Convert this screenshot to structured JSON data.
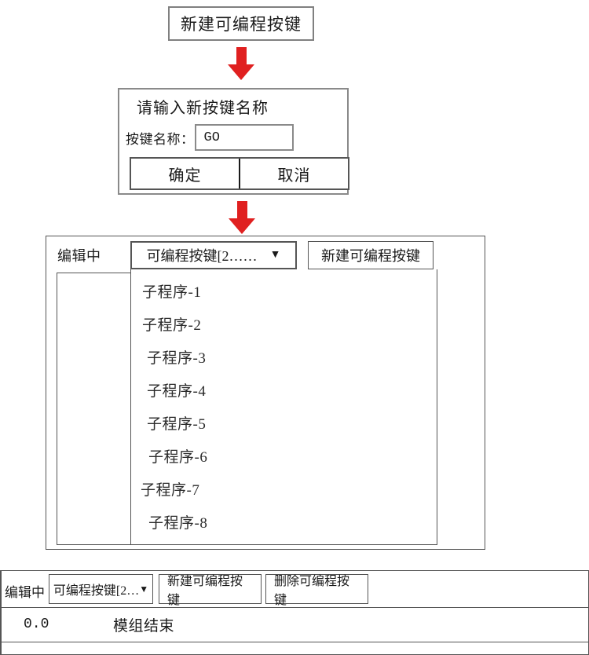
{
  "step1": {
    "label": "新建可编程按键"
  },
  "arrows": {
    "glyph": "down-arrow",
    "color": "#e02020"
  },
  "dialog": {
    "title": "请输入新按键名称",
    "field_label": "按键名称：",
    "input_value": "GO",
    "input_placeholder": "",
    "ok_label": "确定",
    "cancel_label": "取消"
  },
  "panel": {
    "editing_label": "编辑中",
    "dropdown_value": "可编程按键[2……",
    "dropdown_caret": "▼",
    "new_key_label": "新建可编程按键",
    "list_items": [
      {
        "label": "子程序-1",
        "indent": 14
      },
      {
        "label": "子程序-2",
        "indent": 14
      },
      {
        "label": "子程序-3",
        "indent": 20
      },
      {
        "label": "子程序-4",
        "indent": 20
      },
      {
        "label": "子程序-5",
        "indent": 20
      },
      {
        "label": "子程序-6",
        "indent": 22
      },
      {
        "label": "子程序-7",
        "indent": 12
      },
      {
        "label": "子程序-8",
        "indent": 22
      }
    ]
  },
  "bottom": {
    "editing_label": "编辑中",
    "dropdown_value": "可编程按键[2…",
    "dropdown_caret": "▼",
    "new_key_label": "新建可编程按键",
    "delete_key_label": "删除可编程按键",
    "row": {
      "number": "0.0",
      "text": "模组结束"
    }
  }
}
